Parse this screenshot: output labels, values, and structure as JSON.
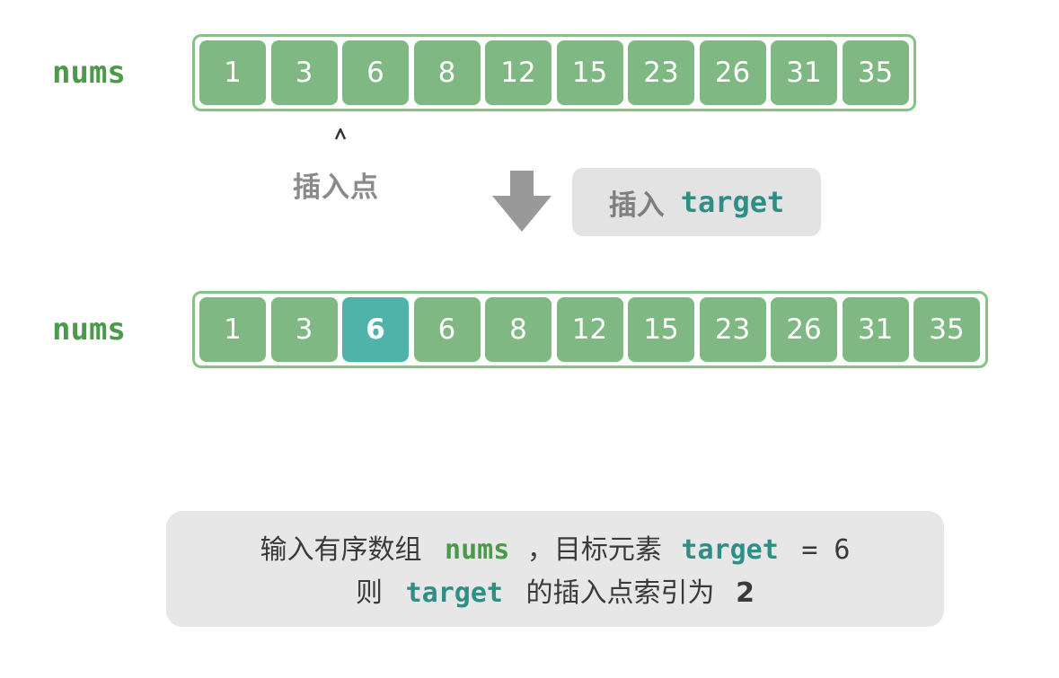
{
  "top": {
    "label": "nums",
    "values": [
      "1",
      "3",
      "6",
      "8",
      "12",
      "15",
      "23",
      "26",
      "31",
      "35"
    ]
  },
  "insert_point_label": "插入点",
  "action": {
    "text": "插入",
    "code": "target"
  },
  "bottom": {
    "label": "nums",
    "values": [
      "1",
      "3",
      "6",
      "6",
      "8",
      "12",
      "15",
      "23",
      "26",
      "31",
      "35"
    ],
    "highlight_index": 2
  },
  "info": {
    "line1": {
      "part1": "输入有序数组",
      "code1": "nums",
      "part2": "，目标元素",
      "code2": "target",
      "part3": "= 6"
    },
    "line2": {
      "part1": "则",
      "code1": "target",
      "part2": "的插入点索引为",
      "value": "2"
    }
  },
  "colors": {
    "cell": "#7fb882",
    "cell_highlight": "#4fb3aa",
    "frame": "#86c186",
    "label": "#4a9a4a",
    "code": "#2f8f86"
  }
}
